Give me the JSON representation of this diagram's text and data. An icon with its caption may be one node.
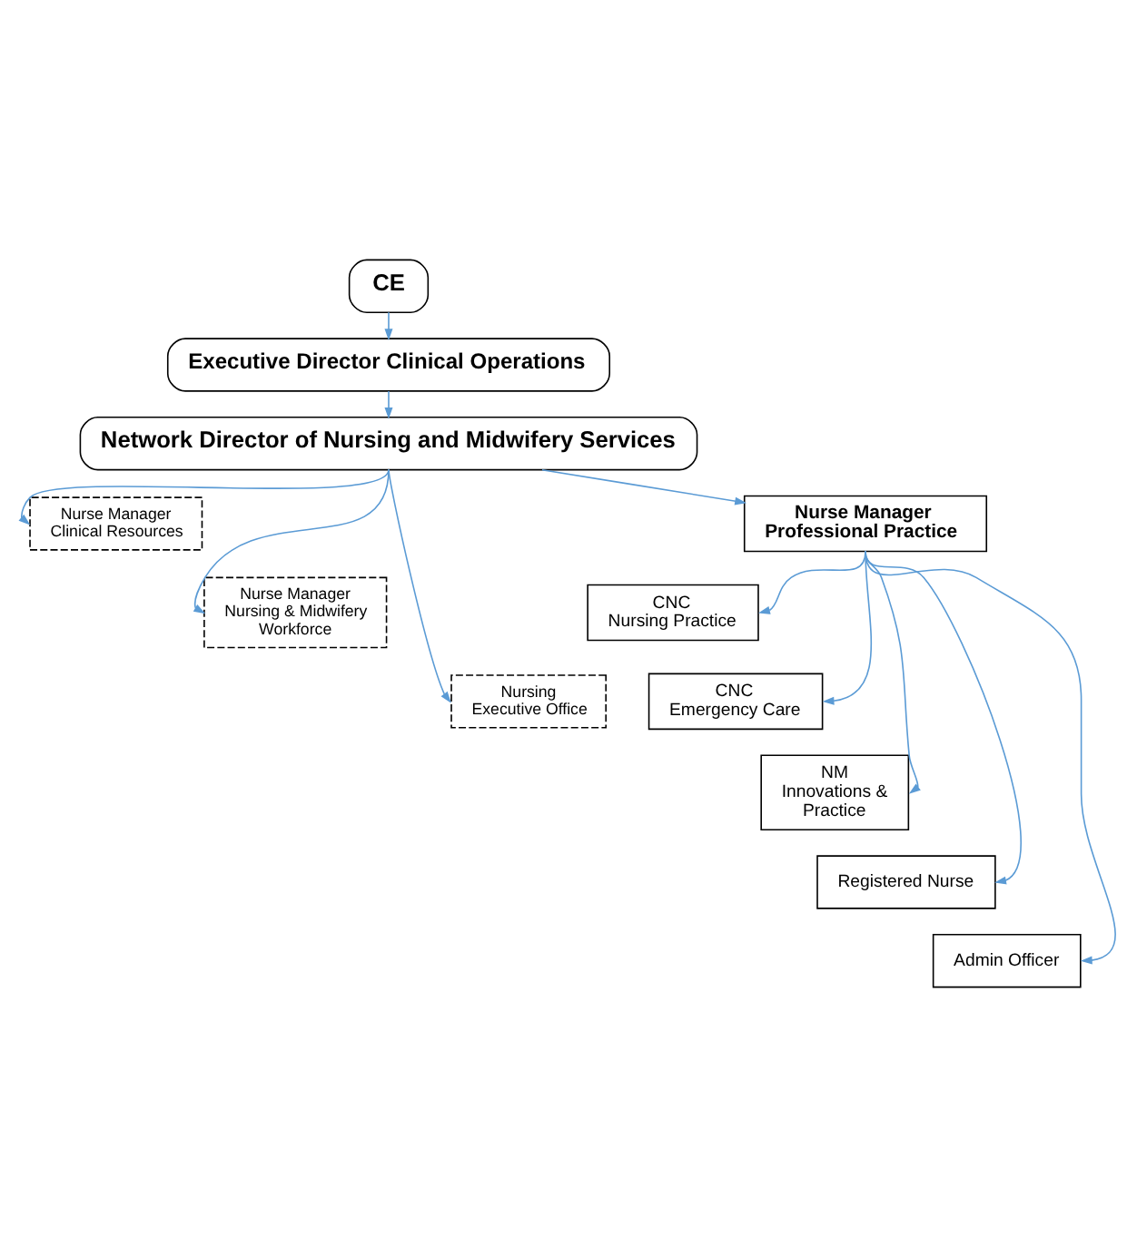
{
  "diagram": {
    "nodes": [
      {
        "text": [
          "CE"
        ]
      },
      {
        "text": [
          "Executive Director Clinical Operations"
        ]
      },
      {
        "text": [
          "Network Director of Nursing and Midwifery Services"
        ]
      },
      {
        "text": [
          "Nurse Manager Clinical Resources"
        ]
      },
      {
        "text": [
          "Nurse Manager Nursing & Midwifery Workforce"
        ]
      },
      {
        "text": [
          "Nursing Executive Office"
        ]
      },
      {
        "text": [
          "Nurse Manager Professional Practice"
        ]
      },
      {
        "text": [
          "CNC Nursing Practice"
        ]
      },
      {
        "text": [
          "CNC Emergency Care"
        ]
      },
      {
        "text": [
          "NM Innovations & Practice"
        ]
      },
      {
        "text": [
          "Registered Nurse"
        ]
      },
      {
        "text": [
          "Admin Officer"
        ]
      }
    ],
    "edges": [
      {
        "from": 0,
        "to": 1,
        "arrow": "to"
      },
      {
        "from": 1,
        "to": 2,
        "arrow": "to"
      },
      {
        "from": 2,
        "to": 3,
        "arrow": "to"
      },
      {
        "from": 2,
        "to": 4,
        "arrow": "to"
      },
      {
        "from": 2,
        "to": 5,
        "arrow": "to"
      },
      {
        "from": 2,
        "to": 6,
        "arrow": "to"
      },
      {
        "from": 6,
        "to": 7,
        "arrow": "to"
      },
      {
        "from": 6,
        "to": 8,
        "arrow": "to"
      },
      {
        "from": 6,
        "to": 9,
        "arrow": "to"
      },
      {
        "from": 6,
        "to": 10,
        "arrow": "to"
      },
      {
        "from": 6,
        "to": 11,
        "arrow": "to"
      }
    ]
  }
}
